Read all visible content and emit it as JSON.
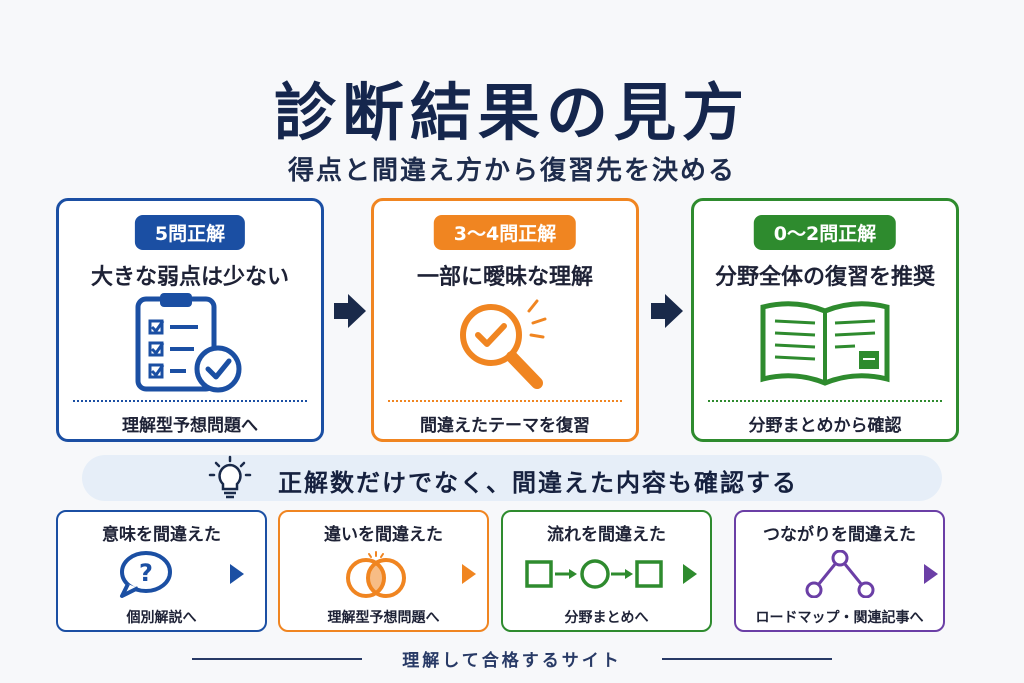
{
  "header": {
    "title": "診断結果の見方",
    "subtitle": "得点と間違え方から復習先を決める"
  },
  "cards": [
    {
      "badge": "5問正解",
      "headline": "大きな弱点は少ない",
      "footer": "理解型予想問題へ",
      "color": "#1b4fa3",
      "icon": "clipboard-check-icon"
    },
    {
      "badge": "3～4問正解",
      "headline": "一部に曖昧な理解",
      "footer": "間違えたテーマを復習",
      "color": "#f08521",
      "icon": "magnifier-check-icon"
    },
    {
      "badge": "0～2問正解",
      "headline": "分野全体の復習を推奨",
      "footer": "分野まとめから確認",
      "color": "#2e8b2e",
      "icon": "open-book-icon"
    }
  ],
  "tip": {
    "text": "正解数だけでなく、間違えた内容も確認する",
    "icon": "lightbulb-icon"
  },
  "mistakes": [
    {
      "title": "意味を間違えた",
      "action": "個別解説へ",
      "color": "#1b4fa3",
      "icon": "question-bubble-icon"
    },
    {
      "title": "違いを間違えた",
      "action": "理解型予想問題へ",
      "color": "#f08521",
      "icon": "venn-diagram-icon"
    },
    {
      "title": "流れを間違えた",
      "action": "分野まとめへ",
      "color": "#2e8b2e",
      "icon": "flow-steps-icon"
    },
    {
      "title": "つながりを間違えた",
      "action": "ロードマップ・関連記事へ",
      "color": "#6b3fa6",
      "icon": "network-nodes-icon"
    }
  ],
  "footer": {
    "text": "理解して合格するサイト"
  }
}
